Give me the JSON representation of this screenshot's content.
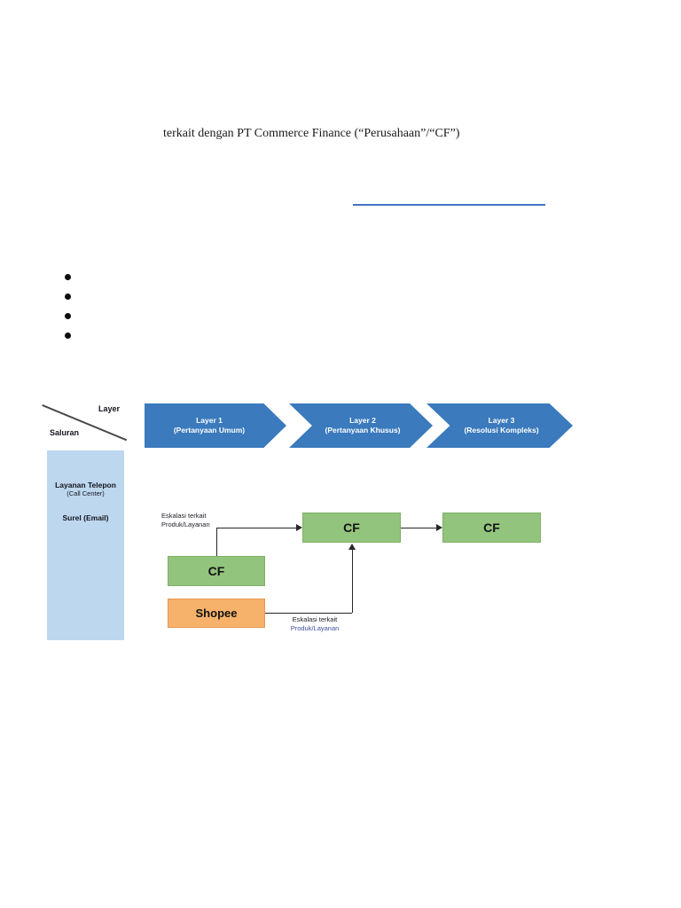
{
  "document": {
    "title": "terkait dengan PT Commerce Finance (“Perusahaan”/“CF”)"
  },
  "bullet_list": {
    "items": [
      "",
      "",
      "",
      ""
    ]
  },
  "diagram": {
    "matrix_header": {
      "column_label": "Layer",
      "row_label": "Saluran"
    },
    "layer_arrows": [
      {
        "title": "Layer 1",
        "subtitle": "(Pertanyaan Umum)"
      },
      {
        "title": "Layer 2",
        "subtitle": "(Pertanyaan Khusus)"
      },
      {
        "title": "Layer 3",
        "subtitle": "(Resolusi Kompleks)"
      }
    ],
    "channels_panel": {
      "channel1_name": "Layanan Telepon",
      "channel1_detail": "(Call Center)",
      "channel2_name": "Surel (Email)"
    },
    "nodes": {
      "layer1_cf": "CF",
      "layer2_cf": "CF",
      "layer3_cf": "CF",
      "layer1_shopee": "Shopee"
    },
    "edge_labels": {
      "cf_to_cf": {
        "line1": "Eskalasi terkait",
        "line2": "Produk/Layanan"
      },
      "shopee_to_cf": {
        "line1": "Eskalasi terkait",
        "line2": "Produk/Layanan"
      }
    }
  },
  "colors": {
    "layer_arrow_blue": "#3a7abd",
    "channel_panel_blue": "#bdd7ee",
    "node_green": "#93c47d",
    "node_orange": "#f6b26b",
    "divider_blue": "#4472c4",
    "connector_black": "#262626"
  }
}
